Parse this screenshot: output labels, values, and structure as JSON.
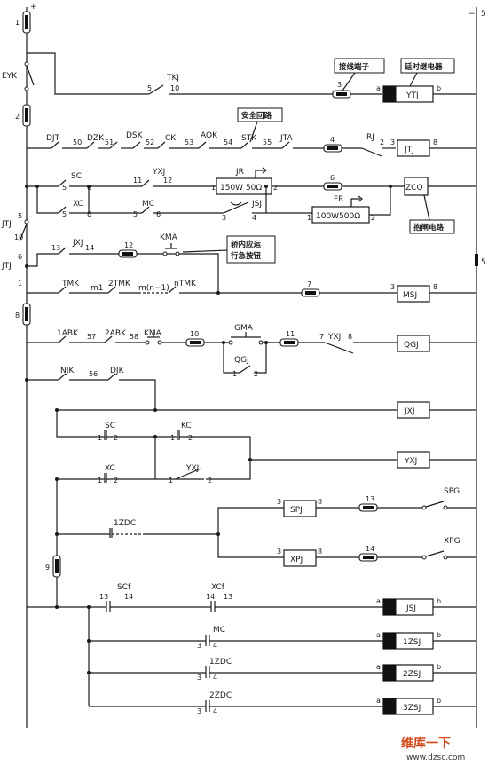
{
  "rails": {
    "plus": "+",
    "minus": "−",
    "left_label": "5",
    "right_label": "5"
  },
  "watermark": {
    "brand": "维库一下",
    "url": "www.dzsc.com"
  },
  "components": {
    "eyk": "EYK",
    "tkj": "TKJ",
    "ytj": "YTJ",
    "terminal_callout": "接线端子",
    "relay_callout": "延时继电器",
    "safety_callout": "安全回路",
    "djt": "DJT",
    "dzk": "DZK",
    "dsk": "DSK",
    "ck": "CK",
    "aqk": "AQK",
    "stk": "STK",
    "jta": "JTA",
    "rj": "RJ",
    "jtj_coil": "JTJ",
    "sc": "SC",
    "xc": "XC",
    "yxj": "YXJ",
    "mc": "MC",
    "jr": "JR",
    "jr_value": "150W 50Ω",
    "jsj": "JSJ",
    "fr": "FR",
    "fr_value": "100W500Ω",
    "zcq": "ZCQ",
    "brake_callout": "抱闸电路",
    "jtj_left": "JTJ",
    "jxj": "JXJ",
    "kma": "KMA",
    "car_callout_1": "轿内应运",
    "car_callout_2": "行急按钮",
    "tmk": "TMK",
    "m1": "m1",
    "tmk2": "2TMK",
    "mn1": "m(n−1)",
    "ntmk": "nTMK",
    "msj": "MSJ",
    "abk1": "1ABK",
    "abk2": "2ABK",
    "kma2": "KMA",
    "gma": "GMA",
    "qgj_contact": "QGJ",
    "yxj2": "YXJ",
    "qgj": "QGJ",
    "njk": "NJK",
    "djk": "DJK",
    "jxj_coil": "JXJ",
    "sc2": "SC",
    "kc": "KC",
    "xc2": "XC",
    "yxj3": "YXJ",
    "yxj_coil": "YXJ",
    "zdc1": "1ZDC",
    "spj": "SPJ",
    "spg": "SPG",
    "xpj": "XPJ",
    "xpg": "XPG",
    "scf": "SCf",
    "xcf": "XCf",
    "jsj_coil": "JSJ",
    "mc2": "MC",
    "zsj1": "1ZSJ",
    "zdc1b": "1ZDC",
    "zsj2": "2ZSJ",
    "zdc2": "2ZDC",
    "zsj3": "3ZSJ"
  },
  "terminals": {
    "f1": "1",
    "f2": "2",
    "f3": "3",
    "f4": "4",
    "f5": "5",
    "f6": "6",
    "f7": "7",
    "f8": "8",
    "f9": "9",
    "f10": "10",
    "f11": "11",
    "f12": "12",
    "f13": "13",
    "f14": "14",
    "t5": "5",
    "t10": "10",
    "t50": "50",
    "t51": "51",
    "t52": "52",
    "t53": "53",
    "t54": "54",
    "t55": "55",
    "t56": "56",
    "t57": "57",
    "t58": "58",
    "t11": "11",
    "t12": "12",
    "t13": "13",
    "t14": "14",
    "t1": "1",
    "t2": "2",
    "t3": "3",
    "t4": "4",
    "t6": "6",
    "t7": "7",
    "t8": "8",
    "ta": "a",
    "tb": "b"
  }
}
